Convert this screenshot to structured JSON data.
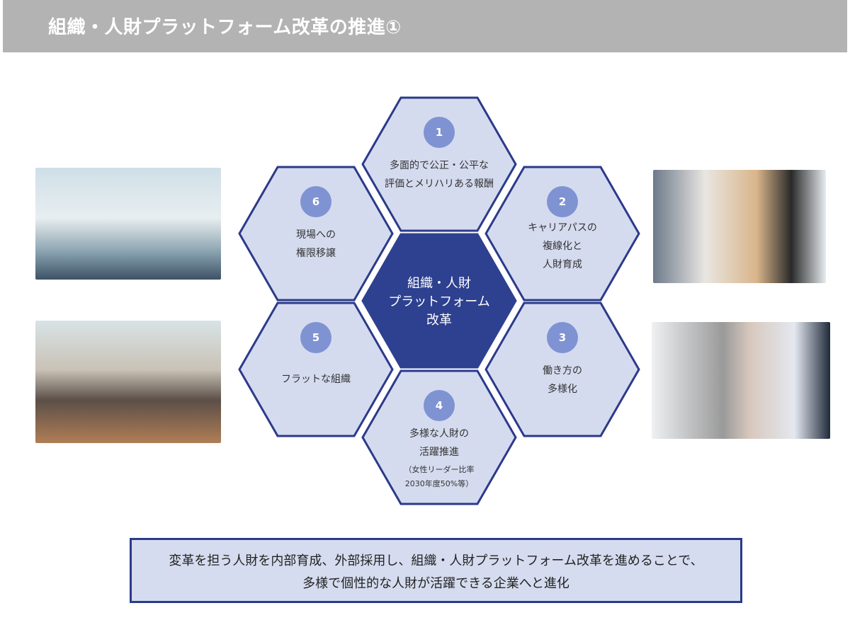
{
  "header": {
    "title": "組織・人財プラットフォーム改革の推進①"
  },
  "colors": {
    "header_bg": "#b3b3b3",
    "hex_fill": "#d5dbef",
    "hex_border": "#2b3a8a",
    "center_fill": "#2e4190",
    "badge": "#7f93d3"
  },
  "center": {
    "lines": [
      "組織・人財",
      "プラットフォーム",
      "改革"
    ]
  },
  "hexes": [
    {
      "number": "1",
      "lines": [
        "多面的で公正・公平な",
        "評価とメリハリある報酬"
      ]
    },
    {
      "number": "2",
      "lines": [
        "キャリアパスの",
        "複線化と",
        "人財育成"
      ]
    },
    {
      "number": "3",
      "lines": [
        "働き方の",
        "多様化"
      ]
    },
    {
      "number": "4",
      "lines": [
        "多様な人財の",
        "活躍推進"
      ],
      "note": [
        "（女性リーダー比率",
        "2030年度50%等）"
      ]
    },
    {
      "number": "5",
      "lines": [
        "フラットな組織"
      ]
    },
    {
      "number": "6",
      "lines": [
        "現場への",
        "権限移譲"
      ]
    }
  ],
  "summary": {
    "line1": "変革を担う人財を内部育成、外部採用し、組織・人財プラットフォーム改革を進めることで、",
    "line2": "多様で個性的な人財が活躍できる企業へと進化"
  }
}
